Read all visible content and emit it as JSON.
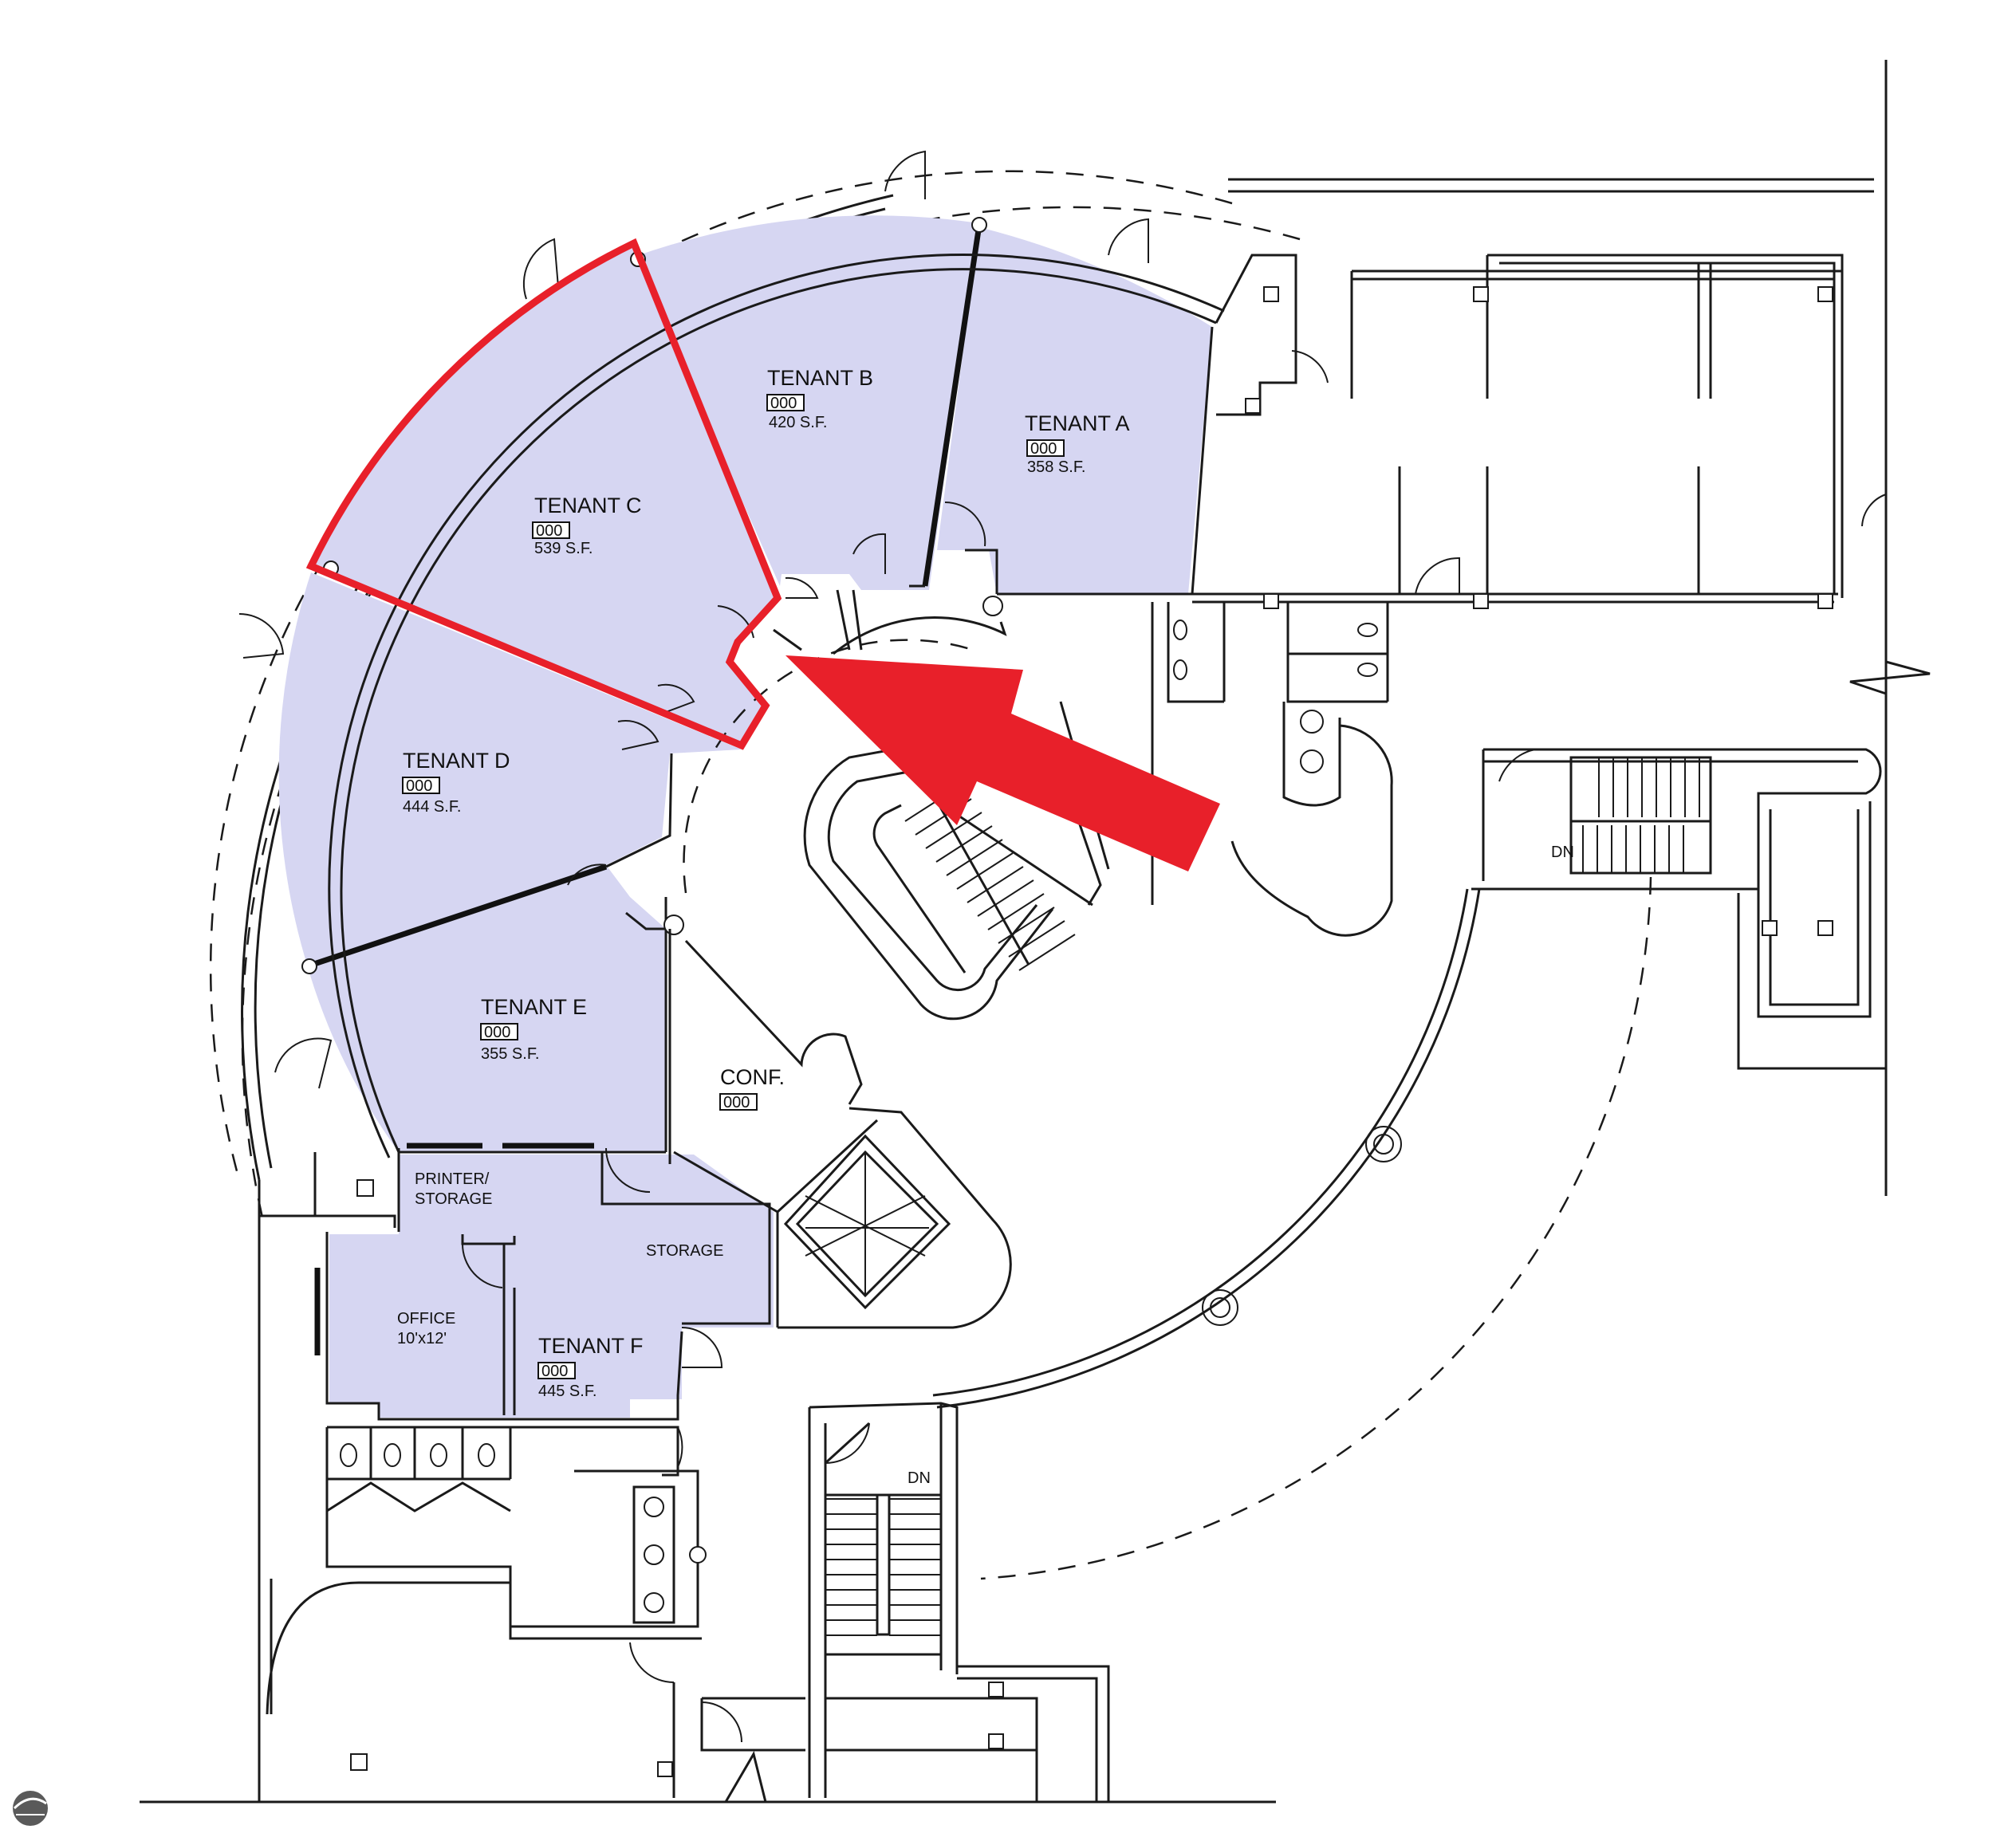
{
  "colors": {
    "tenant_fill": "#d6d6f2",
    "highlight": "#e8202a",
    "line": "#1a1a1a",
    "background": "#ffffff"
  },
  "spaces": {
    "tenant_a": {
      "name": "TENANT A",
      "tag": "000",
      "area": "358 S.F."
    },
    "tenant_b": {
      "name": "TENANT B",
      "tag": "000",
      "area": "420 S.F."
    },
    "tenant_c": {
      "name": "TENANT C",
      "tag": "000",
      "area": "539 S.F."
    },
    "tenant_d": {
      "name": "TENANT D",
      "tag": "000",
      "area": "444 S.F."
    },
    "tenant_e": {
      "name": "TENANT E",
      "tag": "000",
      "area": "355 S.F."
    },
    "tenant_f": {
      "name": "TENANT F",
      "tag": "000",
      "area": "445 S.F."
    },
    "conf": {
      "name": "CONF.",
      "tag": "000"
    },
    "printer_storage": {
      "line1": "PRINTER/",
      "line2": "STORAGE"
    },
    "storage": {
      "name": "STORAGE"
    },
    "office": {
      "name": "OFFICE",
      "size": "10'x12'"
    }
  },
  "stair_labels": {
    "right_stair_dn": "DN",
    "bottom_stair_dn": "DN"
  },
  "highlighted_space": "TENANT C",
  "icons": [
    "arrow-pointer-icon",
    "logo-icon"
  ]
}
